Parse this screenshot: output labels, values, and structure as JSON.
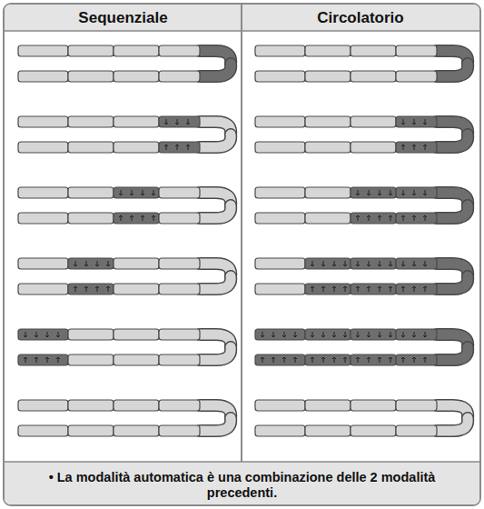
{
  "diagram": {
    "caption": "• La modalità automatica è una combinazione delle 2 modalità precedenti.",
    "labels": [
      "Sequenziale",
      "Circolatorio"
    ]
  }
}
